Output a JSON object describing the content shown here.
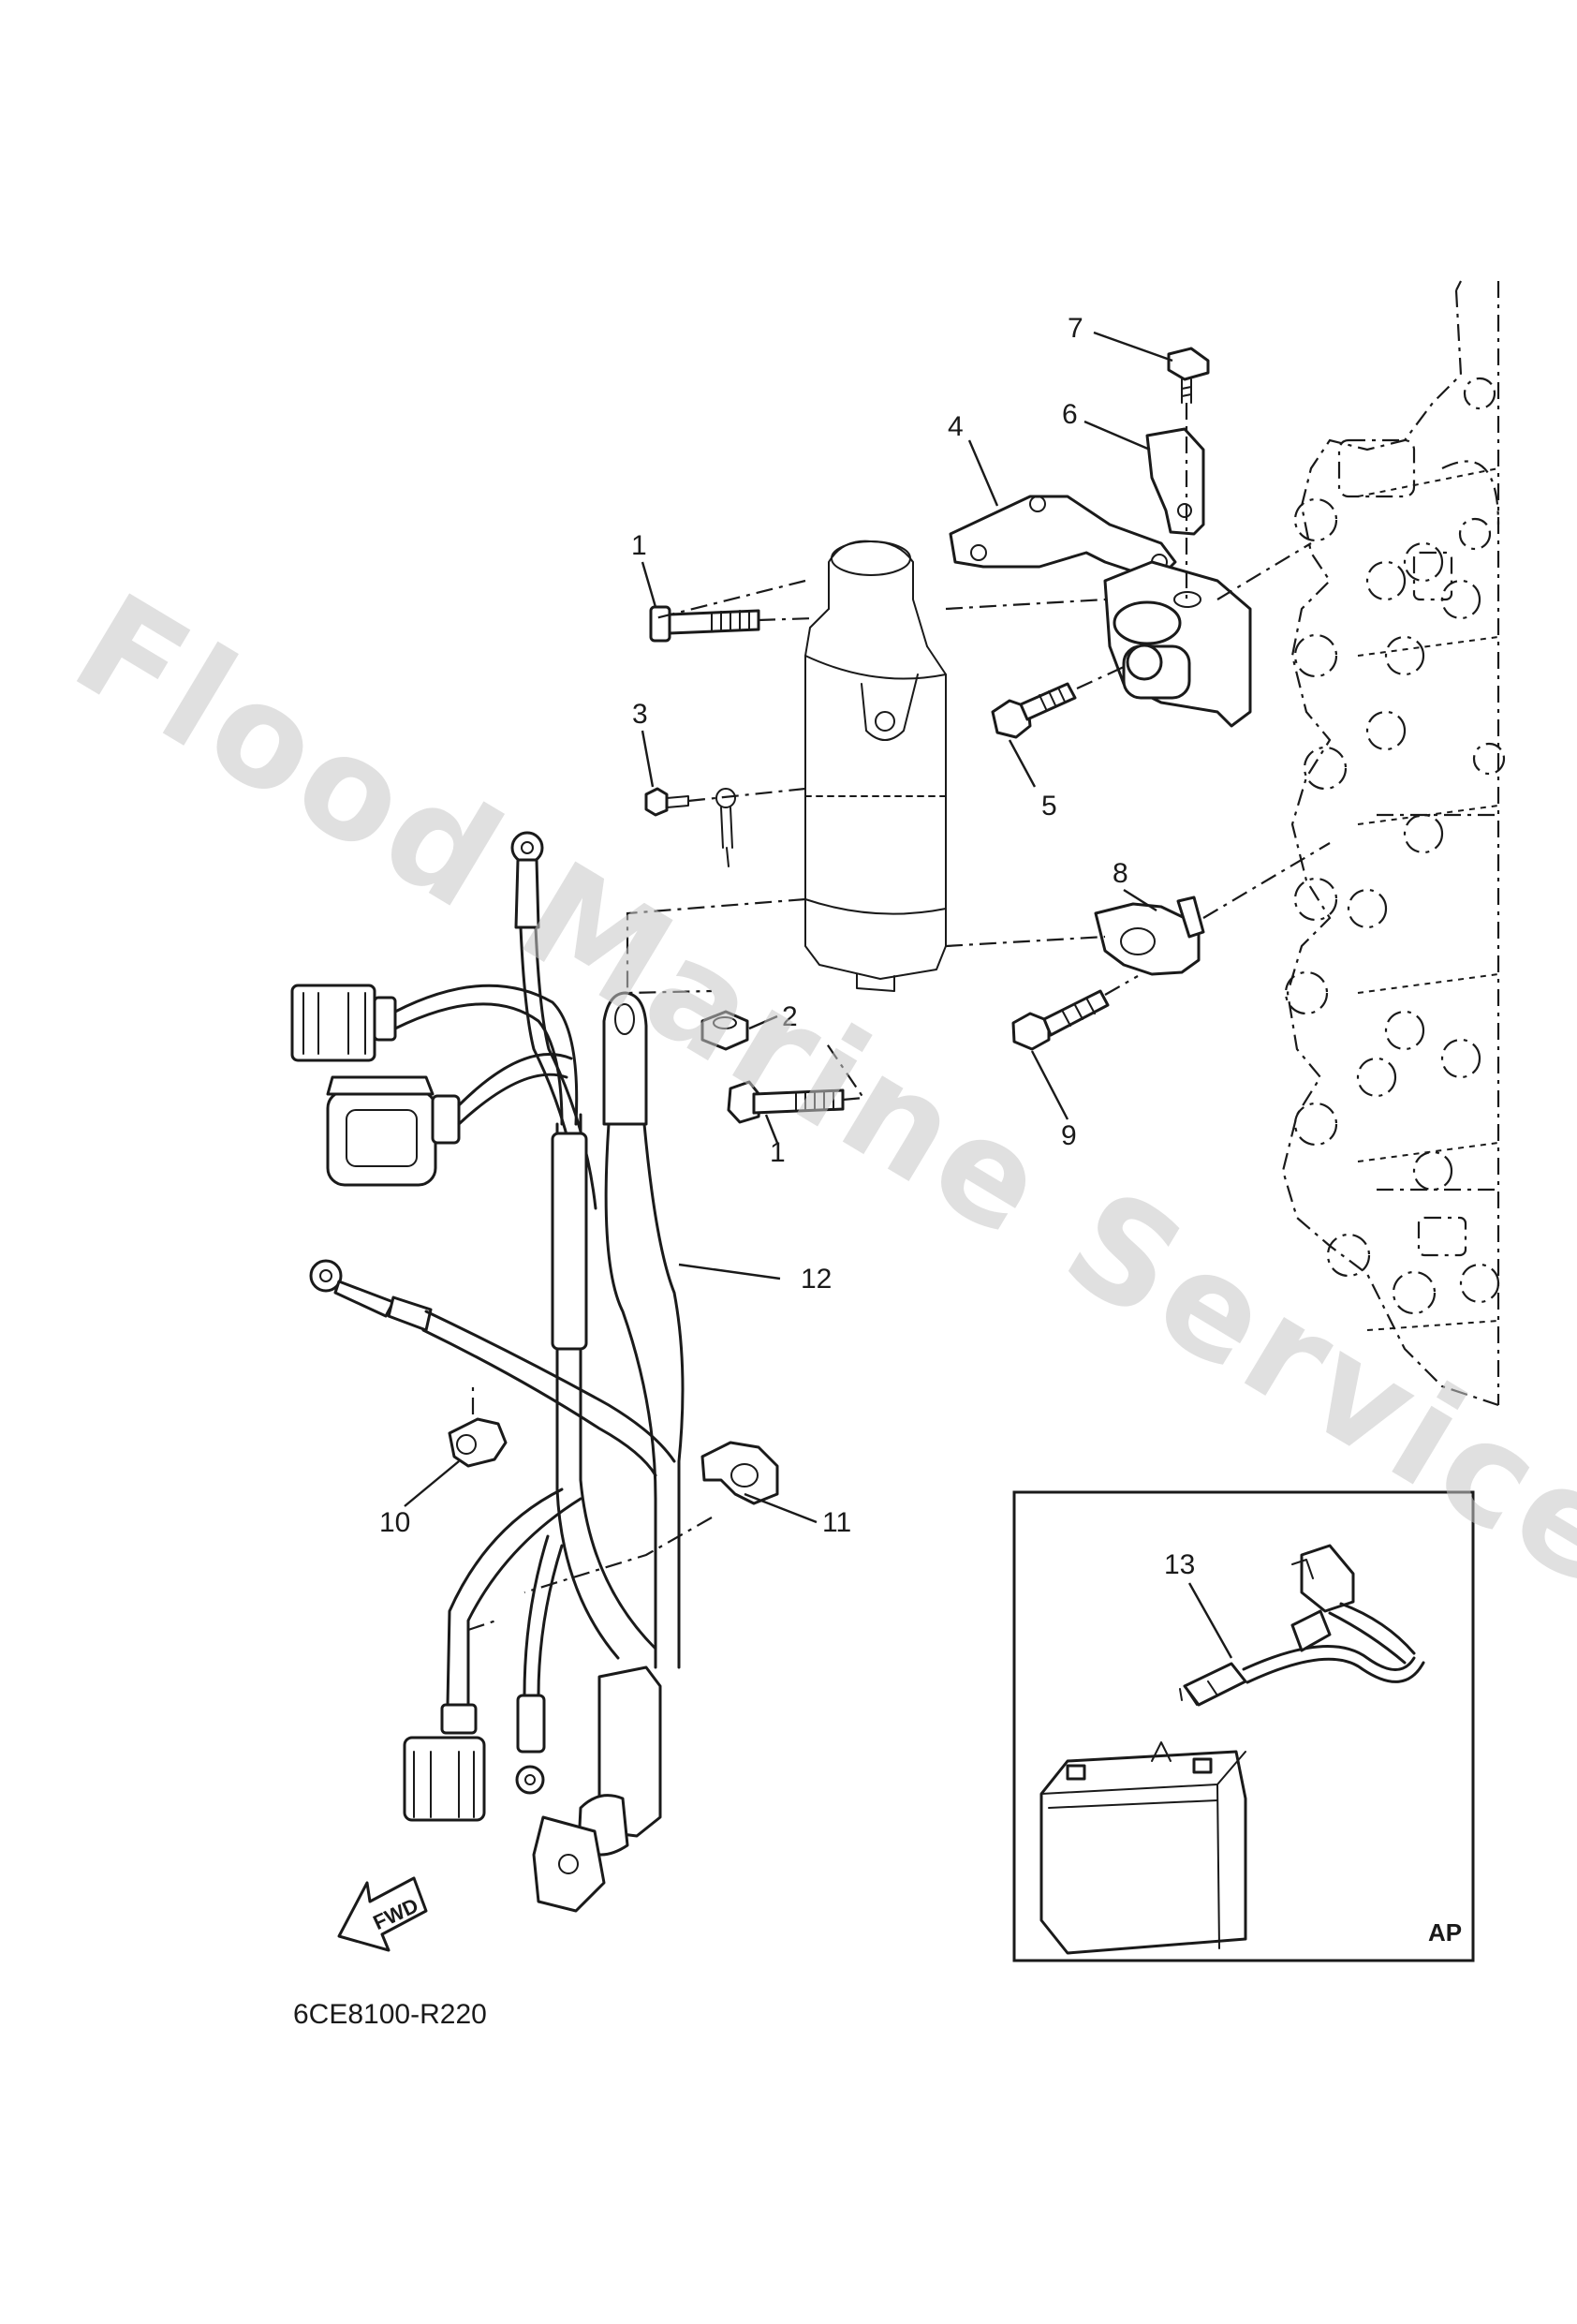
{
  "watermark": "Flood Marine Services",
  "diagram_code": "6CE8100-R220",
  "inset_tag": "AP",
  "fwd_label": "FWD",
  "callouts": {
    "c1a": "1",
    "c1b": "1",
    "c2": "2",
    "c3": "3",
    "c4": "4",
    "c5": "5",
    "c6": "6",
    "c7": "7",
    "c8": "8",
    "c9": "9",
    "c10": "10",
    "c11": "11",
    "c12": "12",
    "c13": "13"
  }
}
